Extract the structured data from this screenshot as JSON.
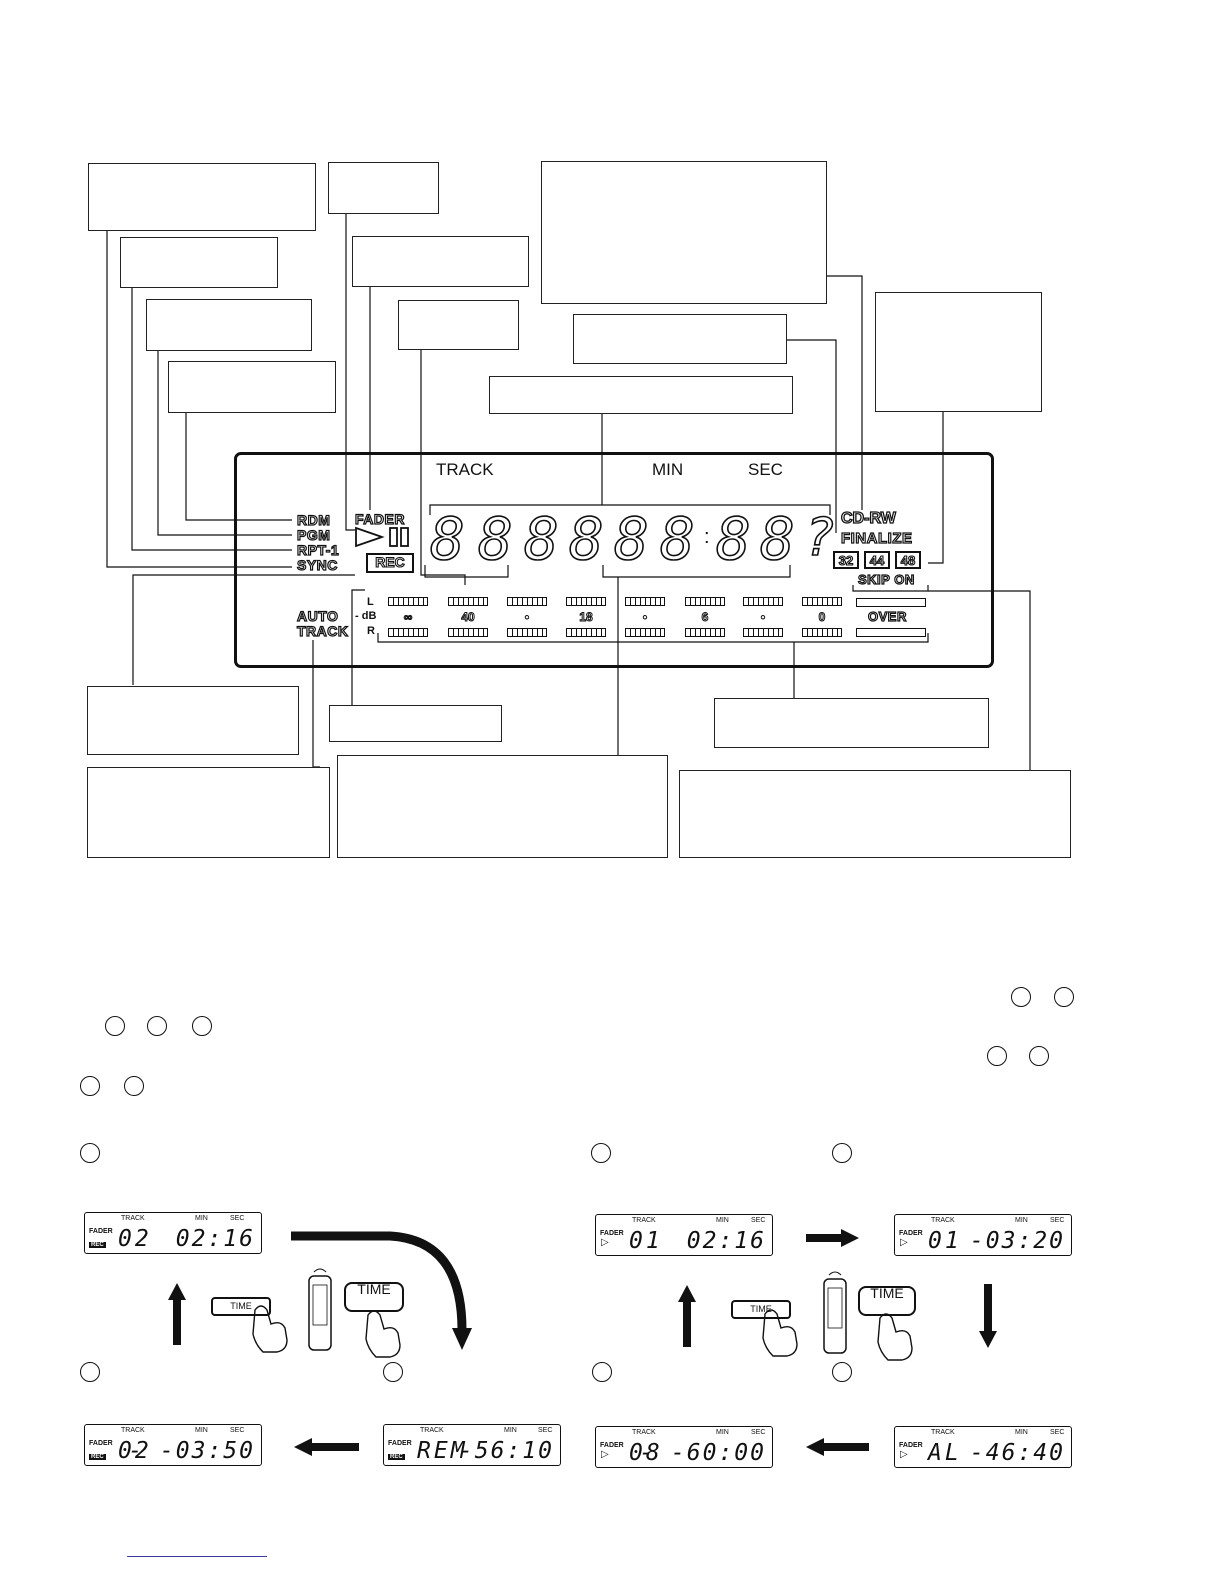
{
  "display": {
    "header": {
      "track": "TRACK",
      "min": "MIN",
      "sec": "SEC"
    },
    "indicators": {
      "rdm": "RDM",
      "pgm": "PGM",
      "rpt1": "RPT-1",
      "sync": "SYNC",
      "fader": "FADER",
      "rec": "REC",
      "auto": "AUTO",
      "track2": "TRACK"
    },
    "disc": {
      "cdrw": "CD-RW",
      "finalize": "FINALIZE"
    },
    "rates": [
      "32",
      "44",
      "48"
    ],
    "skip": "SKIP ON",
    "segments": [
      "8",
      "8",
      "8",
      "8",
      "8",
      "8",
      "8",
      "8"
    ],
    "meter": {
      "l": "L",
      "db": "- dB",
      "r": "R",
      "scale": [
        "∞",
        "40",
        "•",
        "18",
        "•",
        "6",
        "•",
        "0"
      ],
      "over": "OVER"
    }
  },
  "modes": {
    "rec_cycle": [
      {
        "track": "02",
        "time": "02:16",
        "fader": "FADER",
        "rec": "REC"
      },
      {
        "track": "REM",
        "time": "-56:10",
        "fader": "FADER",
        "rec": "REC"
      },
      {
        "track": "02",
        "time": "- -03:50",
        "fader": "FADER",
        "rec": "REC"
      }
    ],
    "play_cycle": [
      {
        "track": "01",
        "time": "02:16",
        "fader": "FADER"
      },
      {
        "track": "01",
        "time": "-03:20",
        "fader": "FADER"
      },
      {
        "track": "AL",
        "time": "-46:40",
        "fader": "FADER"
      },
      {
        "track": "08",
        "time": "- -60:00",
        "fader": "FADER"
      }
    ],
    "mini_header": {
      "track": "TRACK",
      "min": "MIN",
      "sec": "SEC"
    },
    "button_label": "TIME"
  }
}
